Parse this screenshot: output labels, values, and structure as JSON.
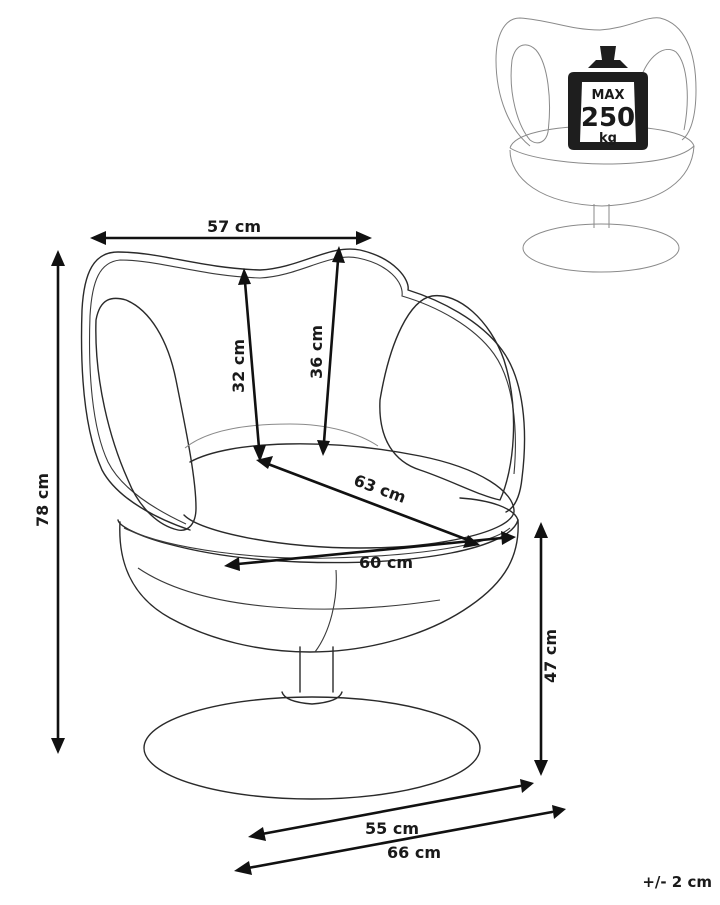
{
  "dimensions": {
    "top_width": "57 cm",
    "backrest_inner": "32 cm",
    "backrest_outer": "36 cm",
    "seat_diagonal": "63 cm",
    "seat_width": "60 cm",
    "total_height": "78 cm",
    "seat_height": "47 cm",
    "base_depth": "55 cm",
    "base_width": "66 cm"
  },
  "max_load": {
    "label": "MAX",
    "value": "250",
    "unit": "kg"
  },
  "tolerance": "+/- 2 cm",
  "colors": {
    "line": "#2a2a2a",
    "arrow": "#111111",
    "background": "#ffffff"
  }
}
